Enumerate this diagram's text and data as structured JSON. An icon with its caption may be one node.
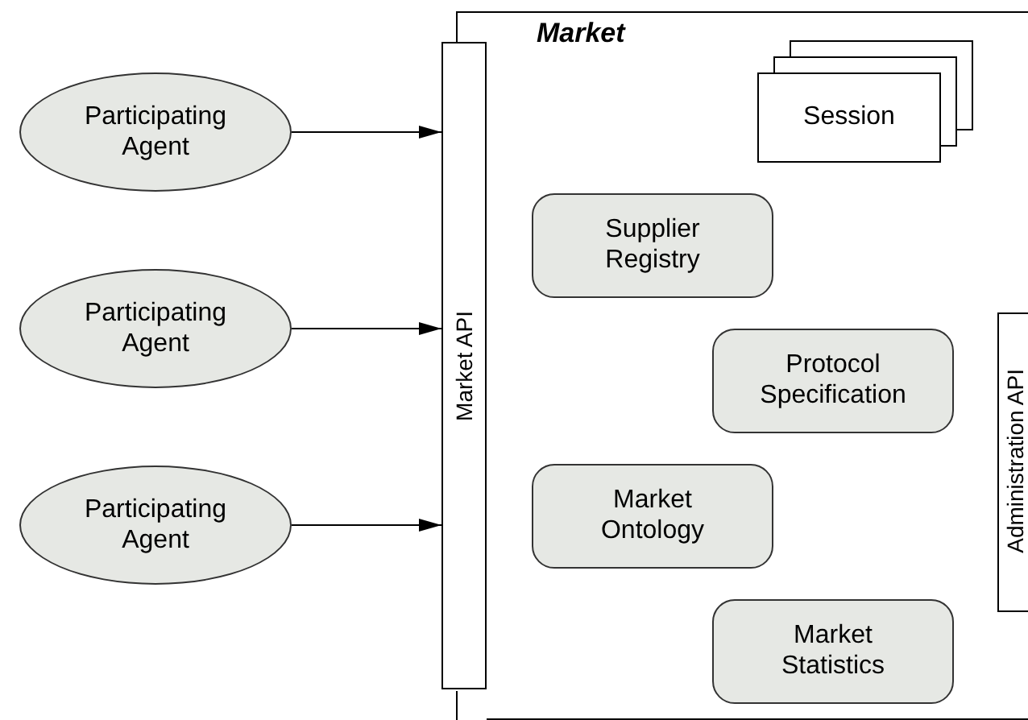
{
  "diagram": {
    "nodes": [
      {
        "text": [
          "Market"
        ]
      },
      {
        "text": [
          "Session"
        ],
        "in": 0
      },
      {
        "text": [
          "Supplier Registry"
        ],
        "in": 0
      },
      {
        "text": [
          "Protocol Specification"
        ],
        "in": 0
      },
      {
        "text": [
          "Market Ontology"
        ],
        "in": 0
      },
      {
        "text": [
          "Market Statistics"
        ],
        "in": 0
      },
      {
        "text": [
          "Administration API"
        ],
        "in": 0
      },
      {
        "text": [
          "Market API"
        ]
      },
      {
        "text": [
          "Participating Agent"
        ]
      },
      {
        "text": [
          "Participating Agent"
        ]
      },
      {
        "text": [
          "Participating Agent"
        ]
      }
    ],
    "edges": [
      {
        "from": 8,
        "to": 7,
        "arrow": "to"
      },
      {
        "from": 9,
        "to": 7,
        "arrow": "to"
      },
      {
        "from": 10,
        "to": 7,
        "arrow": "to"
      }
    ]
  }
}
